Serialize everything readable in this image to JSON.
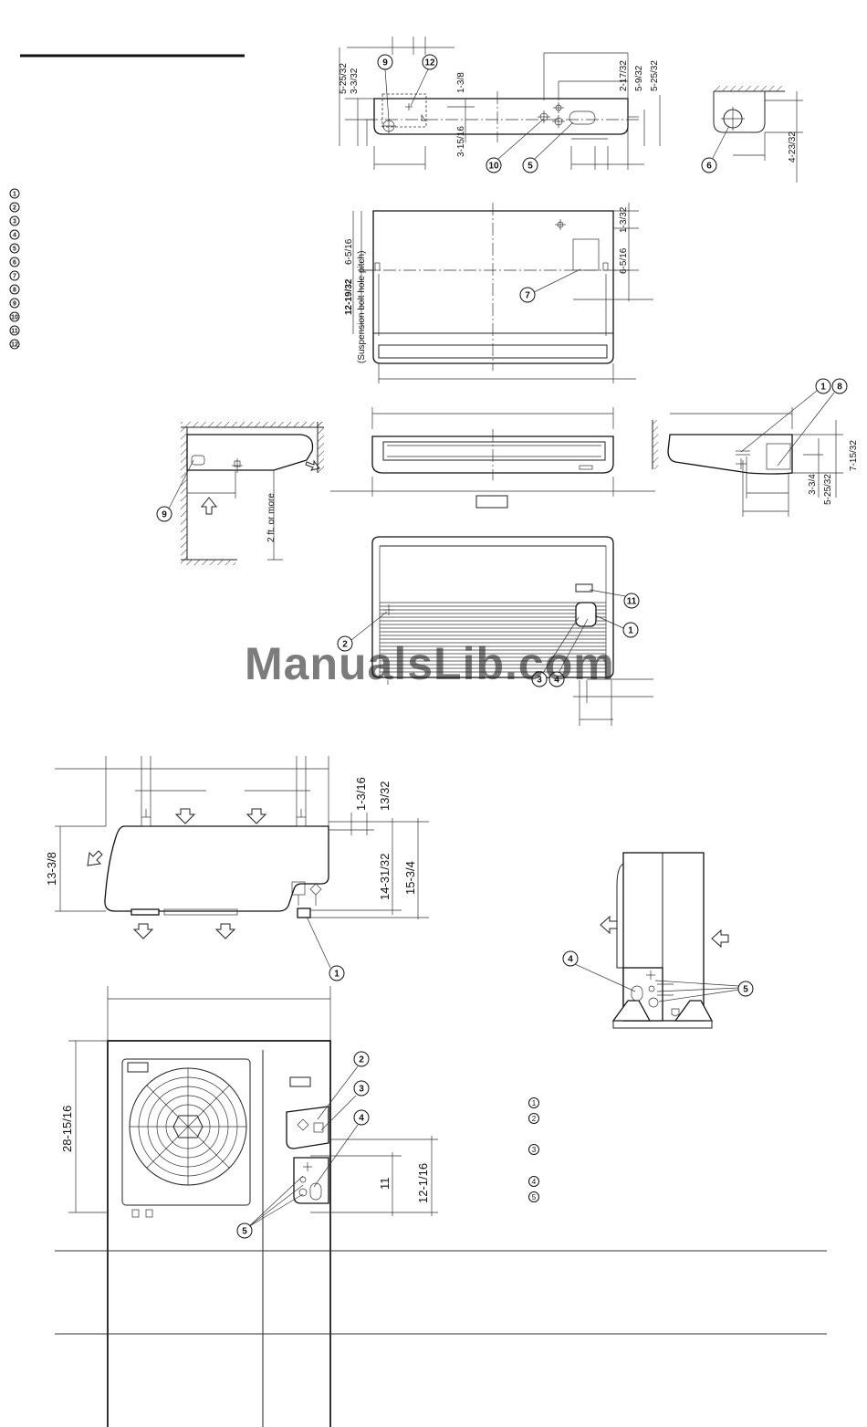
{
  "watermark": "ManualsLib.com",
  "legend_left": [
    "1",
    "2",
    "3",
    "4",
    "5",
    "6",
    "7",
    "8",
    "9",
    "10",
    "11",
    "12"
  ],
  "legend_right": [
    "1",
    "2",
    "3",
    "4",
    "5"
  ],
  "indoor_top_view": {
    "dims": [
      "5-25/32",
      "3-3/32",
      "1-3/8",
      "3-15/16",
      "2-17/32",
      "5-9/32",
      "5-25/32",
      "4-23/32"
    ],
    "callouts": [
      "9",
      "12",
      "10",
      "5",
      "6"
    ]
  },
  "indoor_plan_view": {
    "dims": [
      "1-3/32",
      "6-5/16",
      "6-5/16",
      "12-19/32"
    ],
    "pitch_label": "(Suspension bolt hole pitch)",
    "callouts": [
      "7"
    ]
  },
  "indoor_side_view": {
    "clearance": "2 ft. or more",
    "dims": [
      "7-15/32",
      "3-3/4",
      "5-25/32"
    ],
    "callouts": [
      "9",
      "1",
      "8"
    ]
  },
  "indoor_front_view": {
    "callouts": [
      "2",
      "11",
      "1",
      "3",
      "4"
    ]
  },
  "outdoor_side_view": {
    "dims": [
      "1-3/16",
      "13/32",
      "13-3/8",
      "14-31/32",
      "15-3/4"
    ],
    "callouts": [
      "1"
    ]
  },
  "outdoor_front_view": {
    "dims": [
      "28-15/16",
      "11",
      "12-1/16"
    ],
    "callouts": [
      "2",
      "3",
      "4",
      "5"
    ]
  },
  "outdoor_end_view": {
    "callouts": [
      "4",
      "5"
    ]
  }
}
